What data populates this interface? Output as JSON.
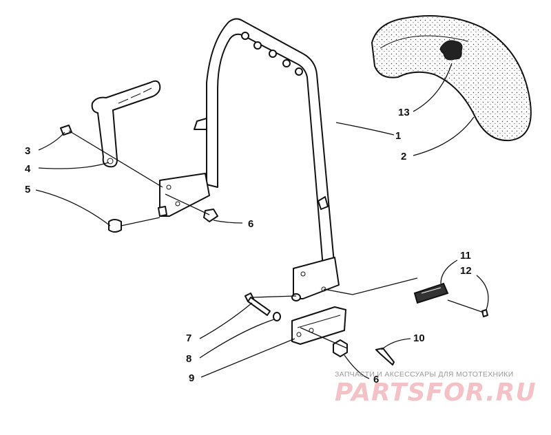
{
  "callouts": [
    {
      "id": "c1",
      "label": "1"
    },
    {
      "id": "c2",
      "label": "2"
    },
    {
      "id": "c3",
      "label": "3"
    },
    {
      "id": "c4",
      "label": "4"
    },
    {
      "id": "c5",
      "label": "5"
    },
    {
      "id": "c6a",
      "label": "6"
    },
    {
      "id": "c6b",
      "label": "6"
    },
    {
      "id": "c7",
      "label": "7"
    },
    {
      "id": "c8",
      "label": "8"
    },
    {
      "id": "c9",
      "label": "9"
    },
    {
      "id": "c10",
      "label": "10"
    },
    {
      "id": "c11",
      "label": "11"
    },
    {
      "id": "c12",
      "label": "12"
    },
    {
      "id": "c13",
      "label": "13"
    }
  ],
  "watermark": {
    "tagline": "ЗАПЧАСТИ И АКСЕССУАРЫ ДЛЯ МОТОТЕХНИКИ",
    "logo": "PARTSFOR.RU"
  },
  "colors": {
    "line": "#111111",
    "watermark_text": "#9a9a9a",
    "watermark_logo": "#f4c2c6"
  }
}
